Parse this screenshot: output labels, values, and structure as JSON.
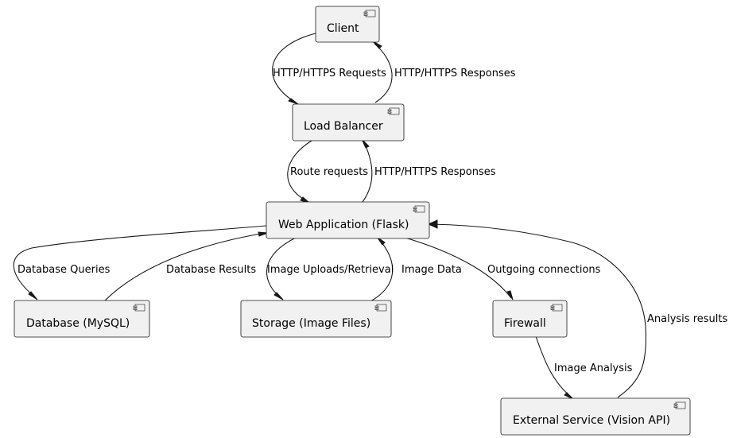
{
  "diagram": {
    "nodes": [
      {
        "id": "client",
        "label": "Client",
        "icon": "component-icon"
      },
      {
        "id": "lb",
        "label": "Load Balancer",
        "icon": "component-icon"
      },
      {
        "id": "web",
        "label": "Web Application (Flask)",
        "icon": "component-icon"
      },
      {
        "id": "db",
        "label": "Database (MySQL)",
        "icon": "component-icon"
      },
      {
        "id": "storage",
        "label": "Storage (Image Files)",
        "icon": "component-icon"
      },
      {
        "id": "firewall",
        "label": "Firewall",
        "icon": "component-icon"
      },
      {
        "id": "ext",
        "label": "External Service (Vision API)",
        "icon": "component-icon"
      }
    ],
    "edges": [
      {
        "id": "e1",
        "from": "client",
        "to": "lb",
        "label": "HTTP/HTTPS Requests"
      },
      {
        "id": "e2",
        "from": "lb",
        "to": "client",
        "label": "HTTP/HTTPS Responses"
      },
      {
        "id": "e3",
        "from": "lb",
        "to": "web",
        "label": "Route requests"
      },
      {
        "id": "e4",
        "from": "web",
        "to": "lb",
        "label": "HTTP/HTTPS Responses"
      },
      {
        "id": "e5",
        "from": "web",
        "to": "db",
        "label": "Database Queries"
      },
      {
        "id": "e6",
        "from": "db",
        "to": "web",
        "label": "Database Results"
      },
      {
        "id": "e7",
        "from": "web",
        "to": "storage",
        "label": "Image Uploads/Retrieval"
      },
      {
        "id": "e8",
        "from": "storage",
        "to": "web",
        "label": "Image Data"
      },
      {
        "id": "e9",
        "from": "web",
        "to": "firewall",
        "label": "Outgoing connections"
      },
      {
        "id": "e10",
        "from": "firewall",
        "to": "ext",
        "label": "Image Analysis"
      },
      {
        "id": "e11",
        "from": "ext",
        "to": "web",
        "label": "Analysis results"
      }
    ]
  }
}
